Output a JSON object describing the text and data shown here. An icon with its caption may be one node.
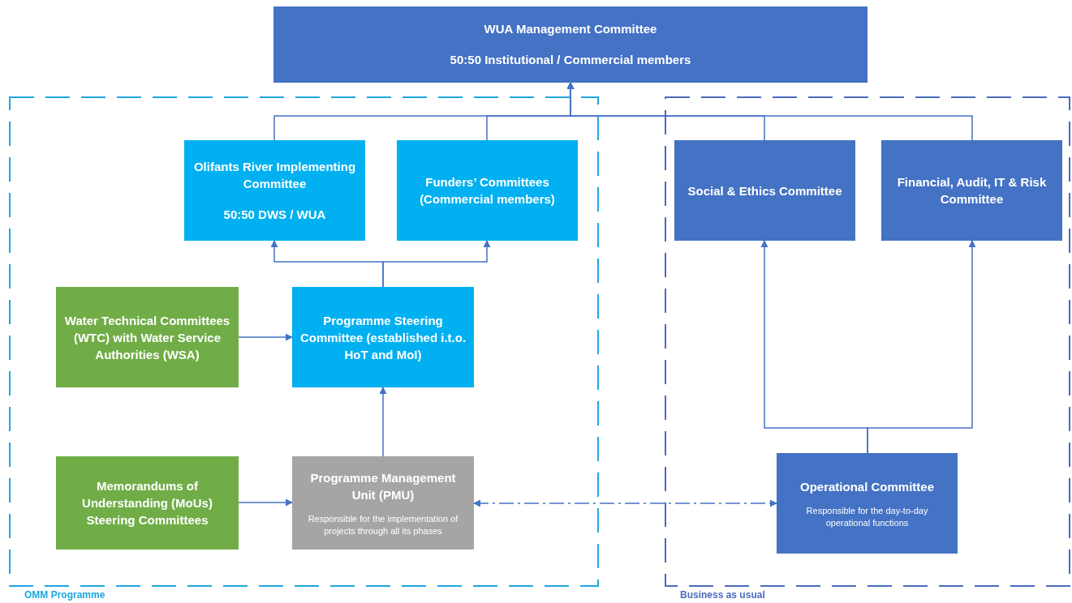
{
  "diagram": {
    "nodes": [
      {
        "text": [
          "WUA Management Committee",
          "50:50 Institutional / Commercial members"
        ]
      },
      {
        "text": [
          "OMM Programme"
        ]
      },
      {
        "text": [
          "Business as usual"
        ]
      },
      {
        "text": [
          "Olifants River Implementing Committee",
          "50:50 DWS / WUA"
        ],
        "in": 1
      },
      {
        "text": [
          "Funders’ Committees (Commercial members)"
        ],
        "in": 1
      },
      {
        "text": [
          "Social & Ethics Committee"
        ],
        "in": 2
      },
      {
        "text": [
          "Financial, Audit, IT & Risk Committee"
        ],
        "in": 2
      },
      {
        "text": [
          "Water Technical Committees (WTC) with Water Service Authorities (WSA)"
        ],
        "in": 1
      },
      {
        "text": [
          "Programme Steering Committee (established i.t.o. HoT and MoI)"
        ],
        "in": 1
      },
      {
        "text": [
          "Memorandums of Understanding (MoUs) Steering Committees"
        ],
        "in": 1
      },
      {
        "text": [
          "Programme Management Unit (PMU)",
          "Responsible for the implementation of projects through all its phases"
        ],
        "in": 1
      },
      {
        "text": [
          "Operational Committee",
          "Responsible for the day-to-day operational functions"
        ],
        "in": 2
      }
    ],
    "edges": [
      {
        "from": 3,
        "to": 0,
        "arrow": "to"
      },
      {
        "from": 4,
        "to": 0,
        "arrow": "to"
      },
      {
        "from": 5,
        "to": 0,
        "arrow": "to"
      },
      {
        "from": 6,
        "to": 0,
        "arrow": "to"
      },
      {
        "from": 8,
        "to": 3,
        "arrow": "to"
      },
      {
        "from": 8,
        "to": 4,
        "arrow": "to"
      },
      {
        "from": 7,
        "to": 8,
        "arrow": "to"
      },
      {
        "from": 9,
        "to": 10,
        "arrow": "to"
      },
      {
        "from": 10,
        "to": 8,
        "arrow": "to"
      },
      {
        "from": 10,
        "to": 11,
        "arrow": "both",
        "style": "dashed"
      },
      {
        "from": 11,
        "to": 5,
        "arrow": "to"
      },
      {
        "from": 11,
        "to": 6,
        "arrow": "to"
      }
    ]
  }
}
